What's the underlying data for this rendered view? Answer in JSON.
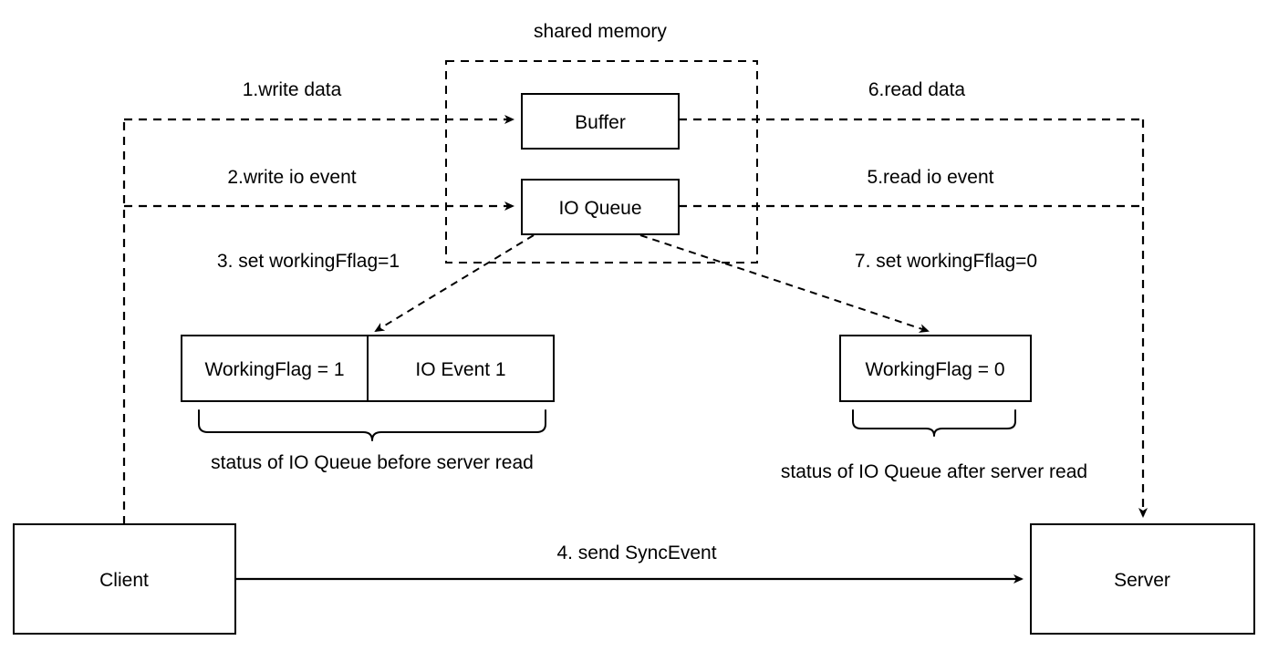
{
  "diagram": {
    "title": "shared memory",
    "nodes": {
      "buffer": "Buffer",
      "io_queue": "IO Queue",
      "client": "Client",
      "server": "Server",
      "working_flag_before": "WorkingFlag = 1",
      "io_event_1": "IO Event 1",
      "working_flag_after": "WorkingFlag = 0"
    },
    "steps": {
      "step1": "1.write data",
      "step2": "2.write io event",
      "step3": "3. set workingFflag=1",
      "step4": "4. send SyncEvent",
      "step5": "5.read io event",
      "step6": "6.read data",
      "step7": "7. set workingFflag=0"
    },
    "captions": {
      "before": "status of IO Queue before server read",
      "after": "status of IO Queue after server read"
    },
    "colors": {
      "stroke": "#000000",
      "fill": "#ffffff",
      "background": "#ffffff"
    }
  }
}
